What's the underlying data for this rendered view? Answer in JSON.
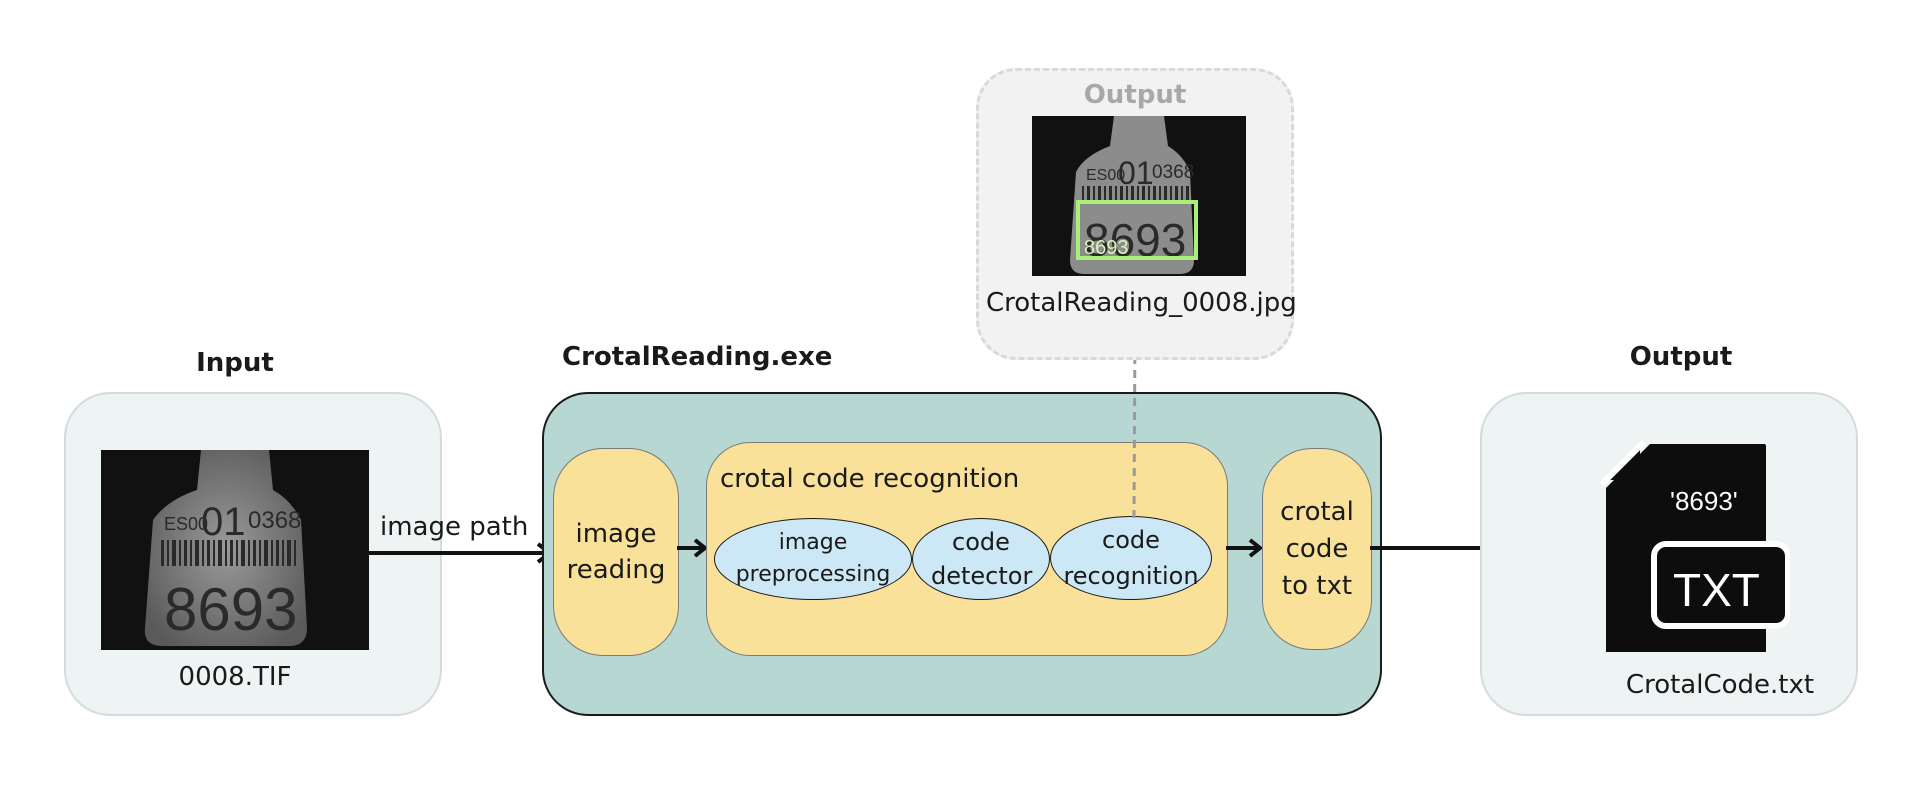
{
  "input": {
    "title": "Input",
    "tag_batch": "ES00",
    "tag_big": "01",
    "tag_small": "0368",
    "tag_code": "8693",
    "filename": "0008.TIF"
  },
  "edge_label": "image path",
  "program": {
    "title": "CrotalReading.exe",
    "image_reading": "image reading",
    "recognition_group": "crotal code recognition",
    "steps": [
      "image preprocessing",
      "code detector",
      "code recognition"
    ],
    "to_txt": "crotal code to txt"
  },
  "output_image": {
    "title": "Output",
    "detected_code": "8693",
    "filename": "CrotalReading_0008.jpg"
  },
  "output_file": {
    "title": "Output",
    "content": "'8693'",
    "file_type": "TXT",
    "filename": "CrotalCode.txt"
  },
  "colors": {
    "panel_bg": "#eef3f4",
    "program_bg": "#b6d7d2",
    "yellow": "#f9e19a",
    "blue_pill": "#cce7f5",
    "detection_box": "#a8f07a"
  }
}
